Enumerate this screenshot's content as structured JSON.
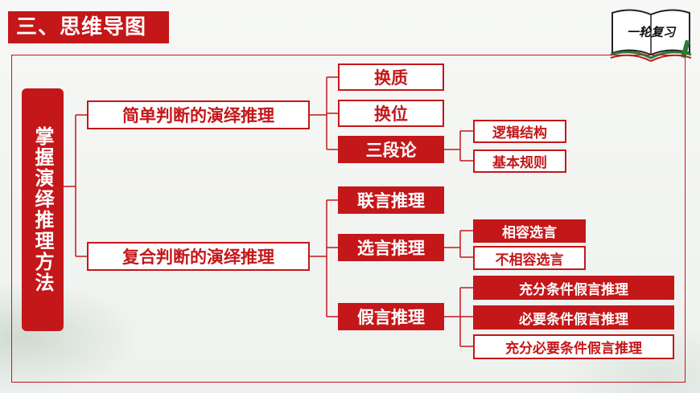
{
  "header": {
    "section_title": "三、思维导图",
    "badge_text": "一轮复习"
  },
  "diagram": {
    "root": "掌握演绎推理方法",
    "branches": [
      {
        "label": "简单判断的演绎推理",
        "children": [
          {
            "label": "换质"
          },
          {
            "label": "换位"
          },
          {
            "label": "三段论",
            "children": [
              "逻辑结构",
              "基本规则"
            ]
          }
        ]
      },
      {
        "label": "复合判断的演绎推理",
        "children": [
          {
            "label": "联言推理"
          },
          {
            "label": "选言推理",
            "children": [
              "相容选言",
              "不相容选言"
            ]
          },
          {
            "label": "假言推理",
            "children": [
              "充分条件假言推理",
              "必要条件假言推理",
              "充分必要条件假言推理"
            ]
          }
        ]
      }
    ]
  },
  "colors": {
    "accent": "#c4171a",
    "box_fill_white": "#ffffff",
    "line": "#c4171a"
  }
}
